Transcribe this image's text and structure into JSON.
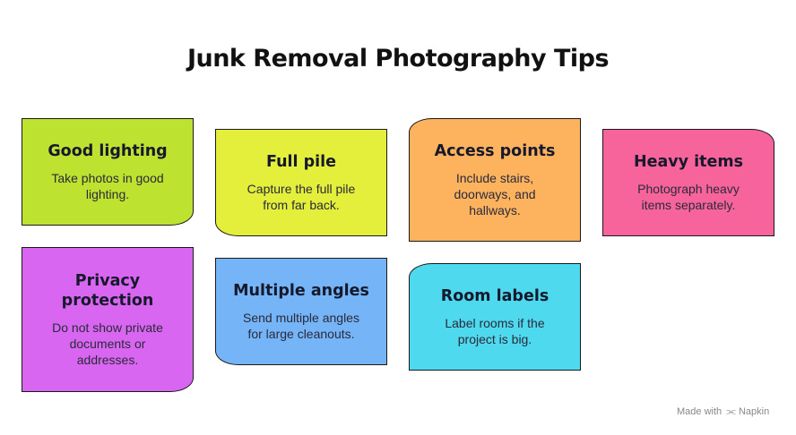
{
  "title": "Junk Removal Photography Tips",
  "notes": [
    {
      "heading": "Good lighting",
      "body": "Take photos in good lighting.",
      "color": "#bde230"
    },
    {
      "heading": "Full pile",
      "body": "Capture the full pile from far back.",
      "color": "#e3ef3a"
    },
    {
      "heading": "Access points",
      "body": "Include stairs, doorways, and hallways.",
      "color": "#fdb25e"
    },
    {
      "heading": "Heavy items",
      "body": "Photograph heavy items separately.",
      "color": "#f7649c"
    },
    {
      "heading": "Privacy protection",
      "body": "Do not show private documents or addresses.",
      "color": "#d966f0"
    },
    {
      "heading": "Multiple angles",
      "body": "Send multiple angles for large cleanouts.",
      "color": "#74b4f7"
    },
    {
      "heading": "Room labels",
      "body": "Label rooms if the project is big.",
      "color": "#4fd9ee"
    }
  ],
  "footer": {
    "made_with": "Made with",
    "brand": "Napkin",
    "logo_icon": "napkin-logo-icon"
  }
}
